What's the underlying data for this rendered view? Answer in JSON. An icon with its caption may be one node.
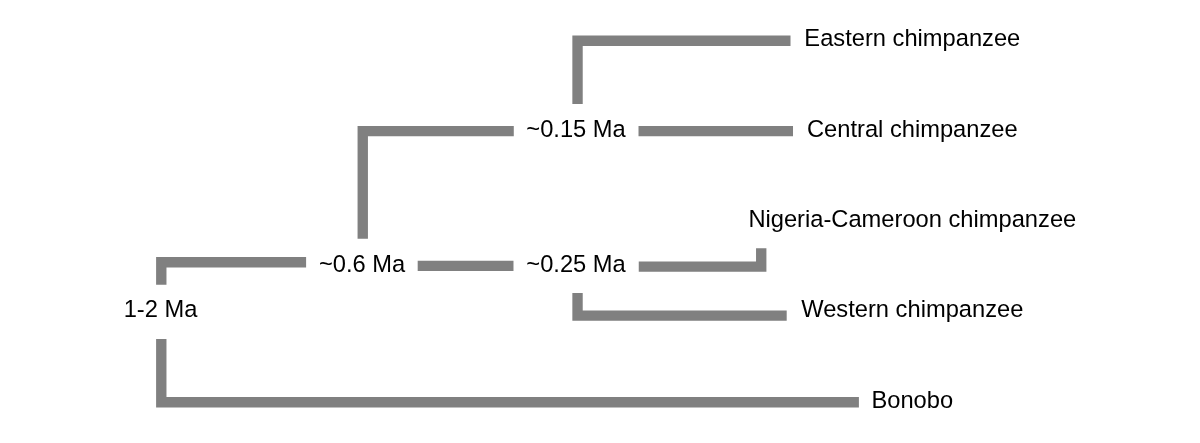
{
  "diagram": {
    "nodes": [
      {
        "text": [
          "1-2 Ma"
        ]
      },
      {
        "text": [
          "~0.6 Ma"
        ]
      },
      {
        "text": [
          "~0.15 Ma"
        ]
      },
      {
        "text": [
          "Eastern chimpanzee"
        ]
      },
      {
        "text": [
          "Central chimpanzee"
        ]
      },
      {
        "text": [
          "~0.25 Ma"
        ]
      },
      {
        "text": [
          "Nigeria-Cameroon chimpanzee"
        ]
      },
      {
        "text": [
          "Western chimpanzee"
        ]
      },
      {
        "text": [
          "Bonobo"
        ]
      }
    ],
    "edges": [
      {
        "from": 0,
        "to": 1,
        "arrow": "none"
      },
      {
        "from": 0,
        "to": 8,
        "arrow": "none"
      },
      {
        "from": 1,
        "to": 2,
        "arrow": "none"
      },
      {
        "from": 1,
        "to": 5,
        "arrow": "none"
      },
      {
        "from": 2,
        "to": 3,
        "arrow": "none"
      },
      {
        "from": 2,
        "to": 4,
        "arrow": "none"
      },
      {
        "from": 5,
        "to": 6,
        "arrow": "none"
      },
      {
        "from": 5,
        "to": 7,
        "arrow": "none"
      }
    ]
  }
}
